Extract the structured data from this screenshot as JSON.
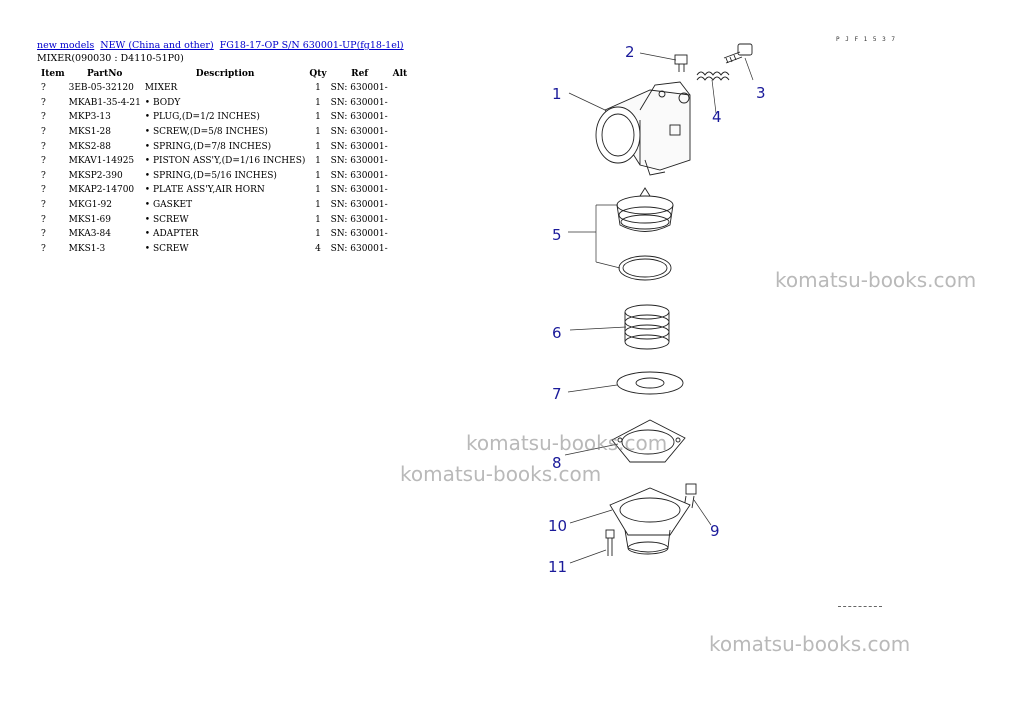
{
  "breadcrumb": {
    "link1": "new models",
    "link2": "NEW (China and other)",
    "link3": "FG18-17-OP S/N 630001-UP(fg18-1el)"
  },
  "subtitle": "MIXER(090030 : D4110-51P0)",
  "table": {
    "headers": [
      "Item",
      "PartNo",
      "Description",
      "Qty",
      "Ref",
      "Alt"
    ],
    "rows": [
      {
        "item": "?",
        "part": "3EB-05-32120",
        "desc": "MIXER",
        "qty": "1",
        "ref": "SN: 630001-",
        "alt": ""
      },
      {
        "item": "?",
        "part": "MKAB1-35-4-21",
        "desc": "• BODY",
        "qty": "1",
        "ref": "SN: 630001-",
        "alt": ""
      },
      {
        "item": "?",
        "part": "MKP3-13",
        "desc": "• PLUG,(D=1/2 INCHES)",
        "qty": "1",
        "ref": "SN: 630001-",
        "alt": ""
      },
      {
        "item": "?",
        "part": "MKS1-28",
        "desc": "• SCREW,(D=5/8 INCHES)",
        "qty": "1",
        "ref": "SN: 630001-",
        "alt": ""
      },
      {
        "item": "?",
        "part": "MKS2-88",
        "desc": "• SPRING,(D=7/8 INCHES)",
        "qty": "1",
        "ref": "SN: 630001-",
        "alt": ""
      },
      {
        "item": "?",
        "part": "MKAV1-14925",
        "desc": "• PISTON ASS'Y,(D=1/16 INCHES)",
        "qty": "1",
        "ref": "SN: 630001-",
        "alt": ""
      },
      {
        "item": "?",
        "part": "MKSP2-390",
        "desc": "• SPRING,(D=5/16 INCHES)",
        "qty": "1",
        "ref": "SN: 630001-",
        "alt": ""
      },
      {
        "item": "?",
        "part": "MKAP2-14700",
        "desc": "• PLATE ASS'Y,AIR HORN",
        "qty": "1",
        "ref": "SN: 630001-",
        "alt": ""
      },
      {
        "item": "?",
        "part": "MKG1-92",
        "desc": "• GASKET",
        "qty": "1",
        "ref": "SN: 630001-",
        "alt": ""
      },
      {
        "item": "?",
        "part": "MKS1-69",
        "desc": "• SCREW",
        "qty": "1",
        "ref": "SN: 630001-",
        "alt": ""
      },
      {
        "item": "?",
        "part": "MKA3-84",
        "desc": "• ADAPTER",
        "qty": "1",
        "ref": "SN: 630001-",
        "alt": ""
      },
      {
        "item": "?",
        "part": "MKS1-3",
        "desc": "• SCREW",
        "qty": "4",
        "ref": "SN: 630001-",
        "alt": ""
      }
    ]
  },
  "diagram": {
    "callouts": [
      "1",
      "2",
      "3",
      "4",
      "5",
      "6",
      "7",
      "8",
      "9",
      "10",
      "11"
    ],
    "accent_color": "#1a1a9a"
  },
  "watermark": "komatsu-books.com"
}
